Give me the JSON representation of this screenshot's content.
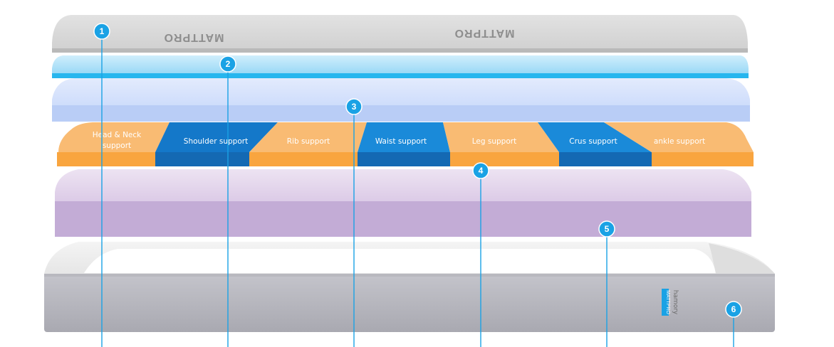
{
  "brand": {
    "cover_print": "MATTPRO",
    "tag_logo": "MATTPRO",
    "tag_name": "hamory"
  },
  "zones": [
    {
      "label": "Head & Neck",
      "label2": "support"
    },
    {
      "label": "Shoulder support"
    },
    {
      "label": "Rib support"
    },
    {
      "label": "Waist support"
    },
    {
      "label": "Leg support"
    },
    {
      "label": "Crus support"
    },
    {
      "label": "ankle support"
    }
  ],
  "markers": [
    "1",
    "2",
    "3",
    "4",
    "5",
    "6"
  ],
  "colors": {
    "orange": "#f9aa4e",
    "blue": "#1478c9",
    "marker": "#1aa2e5",
    "gel_layer": "#8dd3f5",
    "comfort_layer": "#c9d8fb",
    "base_layer": "#c3acd6",
    "cover": "#c7c7c7"
  }
}
